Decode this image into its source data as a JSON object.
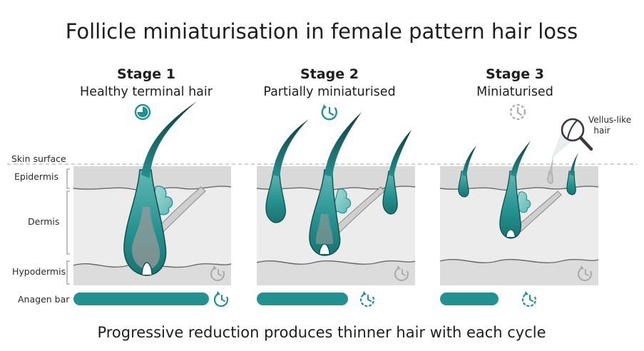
{
  "title": "Follicle miniaturisation in female pattern hair loss",
  "stages": [
    {
      "number": "Stage 1",
      "name": "Healthy terminal hair",
      "anagen_fraction": 0.86
    },
    {
      "number": "Stage 2",
      "name": "Partially miniaturised",
      "anagen_fraction": 0.58
    },
    {
      "number": "Stage 3",
      "name": "Miniaturised",
      "anagen_fraction": 0.37
    }
  ],
  "layers": {
    "skin_surface": "Skin surface",
    "epidermis": "Epidermis",
    "dermis": "Dermis",
    "hypodermis": "Hypodermis",
    "anagen_bar": "Anagen bar"
  },
  "callout": {
    "line1": "Vellus-like",
    "line2": "hair"
  },
  "caption": "Progressive reduction produces thinner hair with each cycle",
  "colors": {
    "teal": "#23918f",
    "teal_dark": "#0f4f4d",
    "teal_light": "#8ed3cf",
    "skin_grey": "#d9d9d9",
    "dermis_grey": "#ececec",
    "hypodermis_grey": "#dcdcdc",
    "clock_grey": "#a9a9a9",
    "guide_grey": "#b9b9b9"
  },
  "icons": {
    "stage_icons": [
      "clock-icon",
      "clock-refresh-icon",
      "clock-dashed-icon"
    ],
    "magnifier": "magnifier-icon"
  }
}
